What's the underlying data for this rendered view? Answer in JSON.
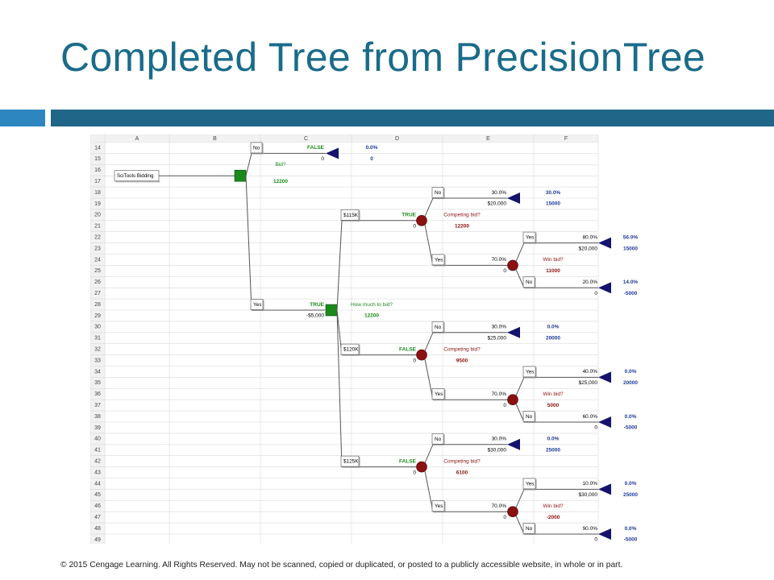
{
  "slide": {
    "title": "Completed Tree from PrecisionTree",
    "footer": "© 2015 Cengage Learning. All Rights Reserved. May not be scanned, copied or duplicated, or posted to a publicly accessible website, in whole or in part."
  },
  "colors": {
    "title": "#1a6b8a",
    "accent_bar": "#1f6688",
    "accent_left": "#2e86c1",
    "decision_node": "#1a8a1a",
    "chance_node": "#8b1010",
    "terminal_node": "#14146e",
    "true_false_text": "#1a8a1a",
    "result_text": "#1f3a9a",
    "grid": "#d9d9d9"
  },
  "sheet": {
    "columns": [
      "A",
      "B",
      "C",
      "D",
      "E",
      "F"
    ],
    "rows": [
      14,
      15,
      16,
      17,
      18,
      19,
      20,
      21,
      22,
      23,
      24,
      25,
      26,
      27,
      28,
      29,
      30,
      31,
      32,
      33,
      34,
      35,
      36,
      37,
      38,
      39,
      40,
      41,
      42,
      43,
      44,
      45,
      46,
      47,
      48,
      49
    ]
  },
  "tree": {
    "root_label": "SciTools Bidding",
    "decision_bid": {
      "name": "Bid?",
      "value": "12200"
    },
    "no_bid": {
      "branch": "No",
      "flag": "FALSE",
      "value": "0",
      "prob": "0.0%",
      "result": "0"
    },
    "yes_bid": {
      "branch": "Yes",
      "flag": "TRUE",
      "value": "-$5,000"
    },
    "decision_amount": {
      "name": "How much to bid?",
      "value": "12200"
    },
    "bids": [
      {
        "branch": "$115K",
        "flag": "TRUE",
        "value": "0",
        "chance_name": "Competing bid?",
        "chance_value": "12200",
        "no_comp": {
          "branch": "No",
          "prob": "30.0%",
          "value": "$20,000",
          "res_prob": "30.0%",
          "res_value": "15000"
        },
        "yes_comp": {
          "branch": "Yes",
          "prob": "70.0%",
          "value": "0",
          "chance_name": "Win bid?",
          "chance_value": "11000",
          "win": {
            "branch": "Yes",
            "prob": "80.0%",
            "value": "$20,000",
            "res_prob": "56.0%",
            "res_value": "15000"
          },
          "lose": {
            "branch": "No",
            "prob": "20.0%",
            "value": "0",
            "res_prob": "14.0%",
            "res_value": "-5000"
          }
        }
      },
      {
        "branch": "$120K",
        "flag": "FALSE",
        "value": "0",
        "chance_name": "Competing bid?",
        "chance_value": "9500",
        "no_comp": {
          "branch": "No",
          "prob": "30.0%",
          "value": "$25,000",
          "res_prob": "0.0%",
          "res_value": "20000"
        },
        "yes_comp": {
          "branch": "Yes",
          "prob": "70.0%",
          "value": "0",
          "chance_name": "Win bid?",
          "chance_value": "5000",
          "win": {
            "branch": "Yes",
            "prob": "40.0%",
            "value": "$25,000",
            "res_prob": "0.0%",
            "res_value": "20000"
          },
          "lose": {
            "branch": "No",
            "prob": "60.0%",
            "value": "0",
            "res_prob": "0.0%",
            "res_value": "-5000"
          }
        }
      },
      {
        "branch": "$125K",
        "flag": "FALSE",
        "value": "0",
        "chance_name": "Competing bid?",
        "chance_value": "6100",
        "no_comp": {
          "branch": "No",
          "prob": "30.0%",
          "value": "$30,000",
          "res_prob": "0.0%",
          "res_value": "25000"
        },
        "yes_comp": {
          "branch": "Yes",
          "prob": "70.0%",
          "value": "0",
          "chance_name": "Win bid?",
          "chance_value": "-2000",
          "win": {
            "branch": "Yes",
            "prob": "10.0%",
            "value": "$30,000",
            "res_prob": "0.0%",
            "res_value": "25000"
          },
          "lose": {
            "branch": "No",
            "prob": "90.0%",
            "value": "0",
            "res_prob": "0.0%",
            "res_value": "-5000"
          }
        }
      }
    ]
  }
}
